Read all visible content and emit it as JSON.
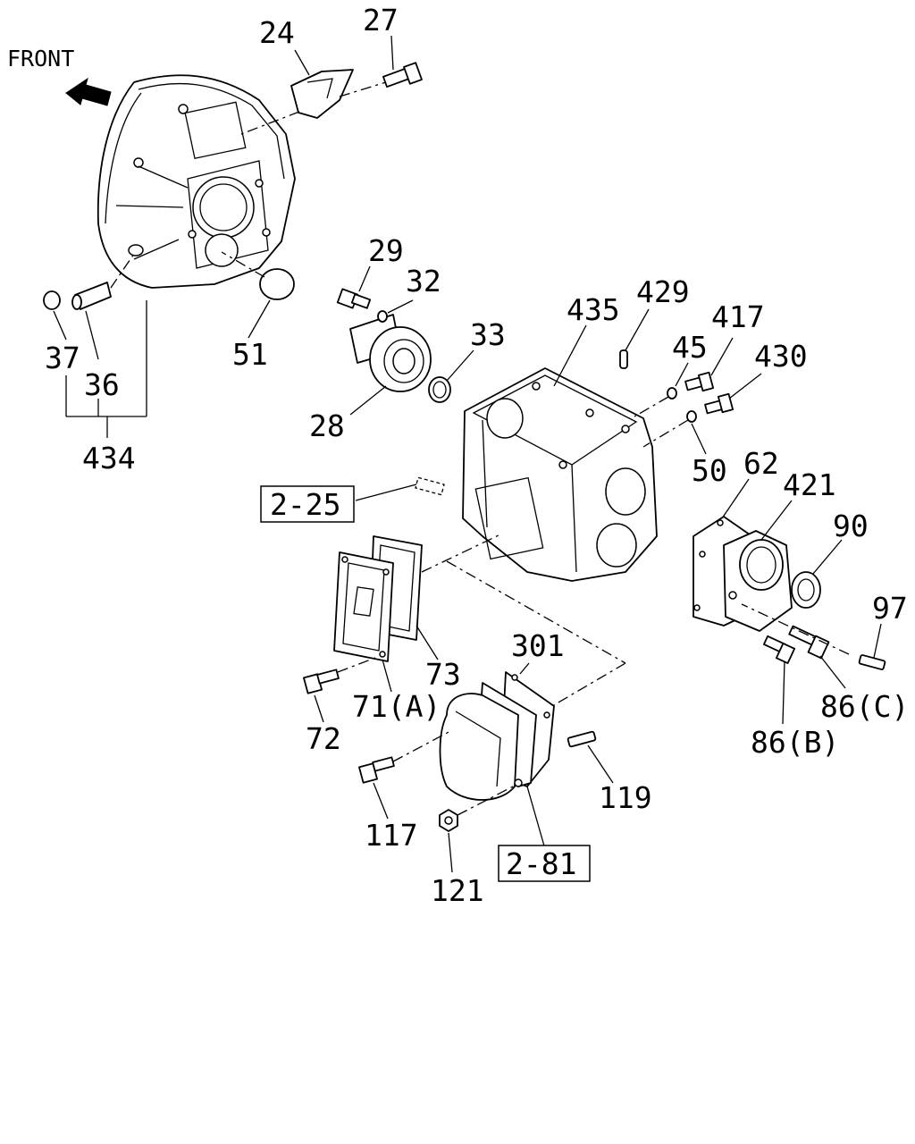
{
  "diagram": {
    "front_label": "FRONT",
    "callouts": {
      "c24": "24",
      "c27": "27",
      "c29": "29",
      "c32": "32",
      "c33": "33",
      "c28": "28",
      "c51": "51",
      "c37": "37",
      "c36": "36",
      "c434": "434",
      "c435": "435",
      "c429": "429",
      "c45": "45",
      "c417": "417",
      "c430": "430",
      "c50": "50",
      "c62": "62",
      "c421": "421",
      "c90": "90",
      "c97": "97",
      "c86c": "86(C)",
      "c86b": "86(B)",
      "c301": "301",
      "c119": "119",
      "c117": "117",
      "c121": "121",
      "c73": "73",
      "c71a": "71(A)",
      "c72": "72"
    },
    "references": {
      "ref_2_25": "2-25",
      "ref_2_81": "2-81"
    }
  }
}
